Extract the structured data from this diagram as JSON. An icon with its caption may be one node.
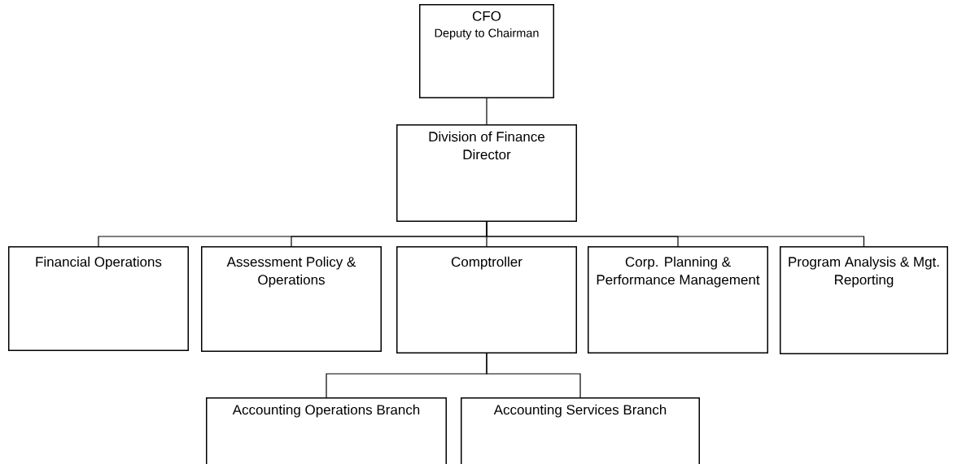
{
  "diagram": {
    "nodes": [
      {
        "text": [
          "CFO",
          "Deputy to Chairman"
        ]
      },
      {
        "text": [
          "Division of Finance Director"
        ]
      },
      {
        "text": [
          "Financial Operations"
        ]
      },
      {
        "text": [
          "Assessment Policy & Operations"
        ]
      },
      {
        "text": [
          "Comptroller"
        ]
      },
      {
        "text": [
          "Corp. Planning & Performance Management"
        ]
      },
      {
        "text": [
          "Program Analysis & Mgt. Reporting"
        ]
      },
      {
        "text": [
          "Accounting Operations Branch"
        ]
      },
      {
        "text": [
          "Accounting Services Branch"
        ]
      }
    ],
    "edges": [
      {
        "from": 0,
        "to": 1,
        "arrow": "none"
      },
      {
        "from": 1,
        "to": 2,
        "arrow": "none"
      },
      {
        "from": 1,
        "to": 3,
        "arrow": "none"
      },
      {
        "from": 1,
        "to": 4,
        "arrow": "none"
      },
      {
        "from": 1,
        "to": 5,
        "arrow": "none"
      },
      {
        "from": 1,
        "to": 6,
        "arrow": "none"
      },
      {
        "from": 4,
        "to": 7,
        "arrow": "none"
      },
      {
        "from": 4,
        "to": 8,
        "arrow": "none"
      }
    ]
  }
}
